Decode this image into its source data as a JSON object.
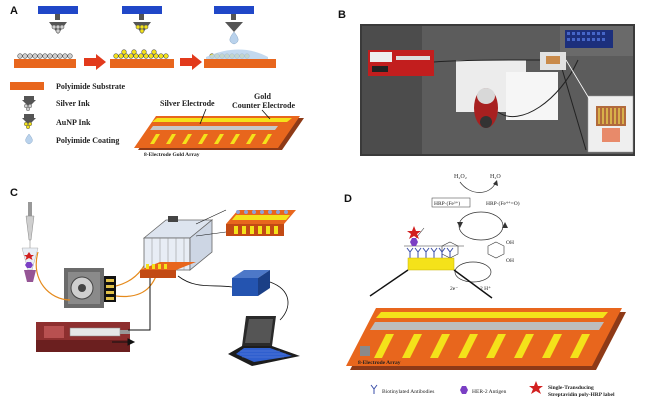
{
  "panels": {
    "a": {
      "label": "A",
      "legend": [
        {
          "text": "Polyimide Substrate",
          "icon": "orange-substrate-icon"
        },
        {
          "text": "Silver Ink",
          "icon": "silver-ink-dots-icon"
        },
        {
          "text": "AuNP Ink",
          "icon": "gold-nanoparticle-dots-icon"
        },
        {
          "text": "Polyimide Coating",
          "icon": "coating-droplet-icon"
        }
      ],
      "silver_electrode": "Silver Electrode",
      "gold_counter_line1": "Gold",
      "gold_counter_line2": "Counter Electrode",
      "array_label": "8-Electrode Gold Array"
    },
    "b": {
      "label": "B"
    },
    "c": {
      "label": "C"
    },
    "d": {
      "label": "D",
      "chem": {
        "h2o2": "H₂O₂",
        "h2o": "H₂O",
        "hrp_left": "HRP·(Fe³⁺)",
        "hrp_right": "HRP·(Fe⁴⁺=O)",
        "oh_top": "OH",
        "oh_bottom": "OH",
        "two_h": "2 H⁺",
        "two_e": "2e⁻"
      },
      "array_label": "8-Electrode Array",
      "legend": [
        {
          "text": "Biotinylated Antibodies",
          "icon": "antibody-y-icon"
        },
        {
          "text": "HER-2 Antigen",
          "icon": "antigen-hexagon-icon"
        },
        {
          "text_line1": "Single-Transducing",
          "text_line2": "Streptavidin poly-HRP label",
          "icon": "hrp-star-icon"
        }
      ]
    }
  },
  "colors": {
    "orange": "#e8661d",
    "yellow": "#f4e21a",
    "blue": "#2047c8",
    "gray": "#b9b9b9",
    "dark_red": "#7a2a2a"
  }
}
